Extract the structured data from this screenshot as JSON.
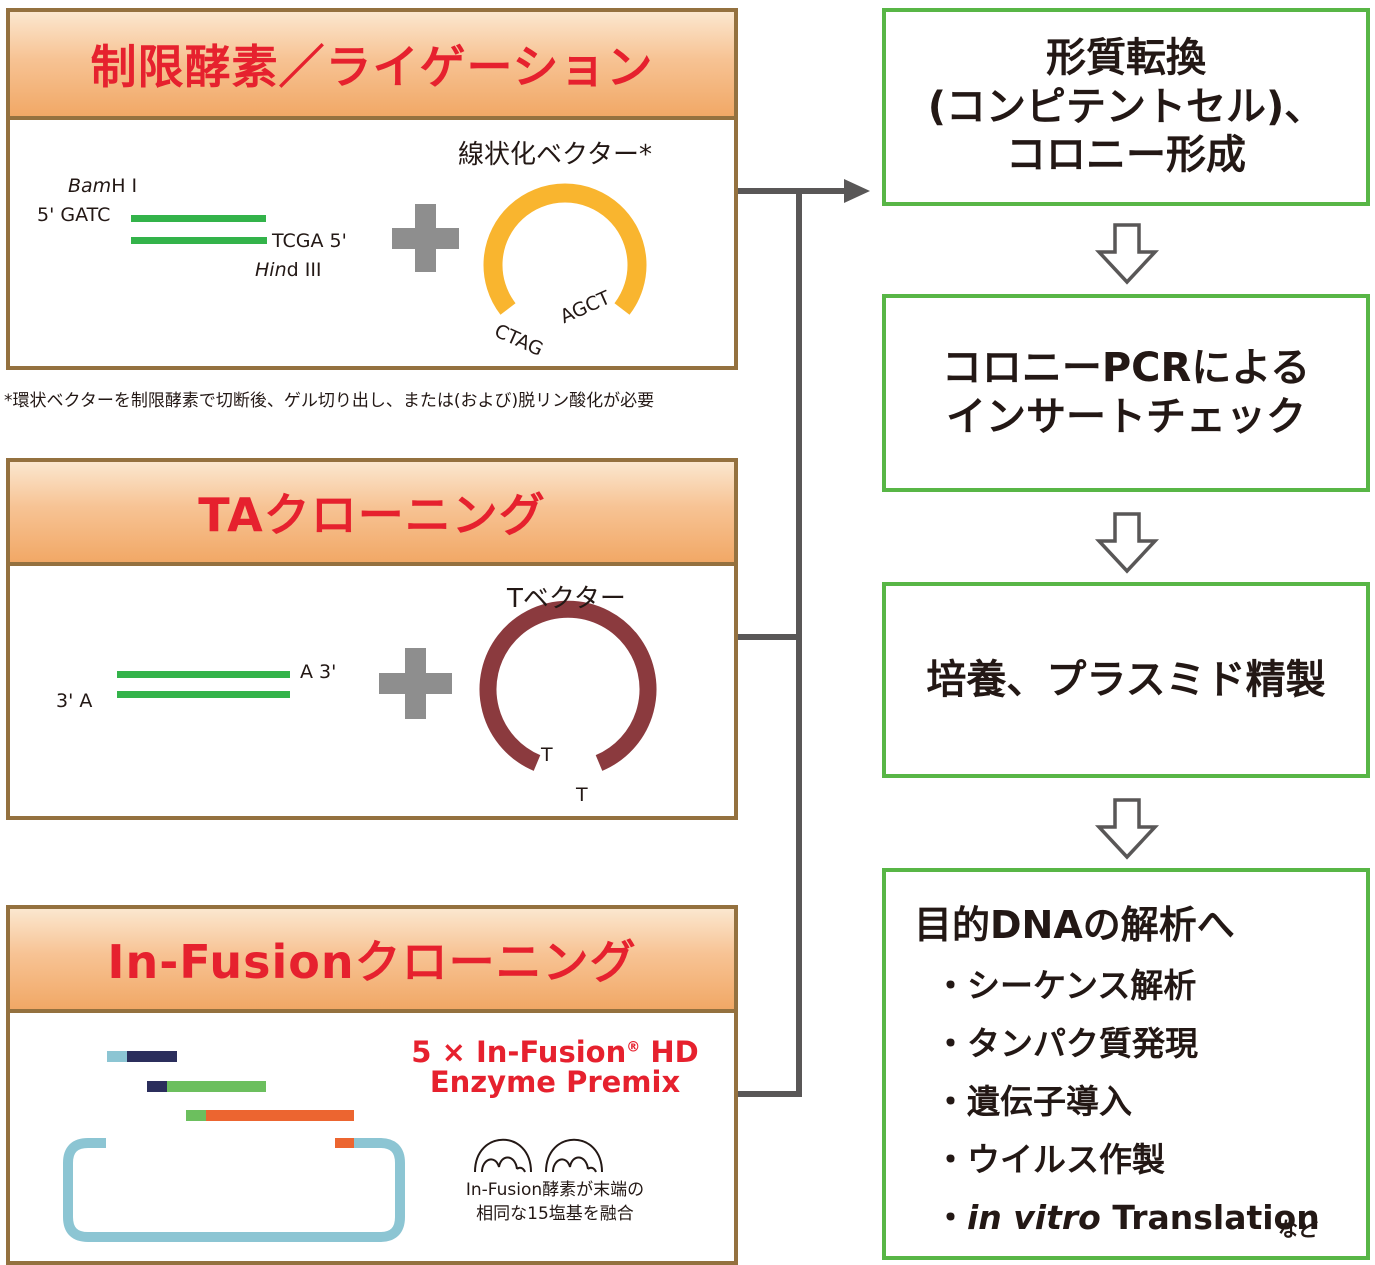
{
  "methods": {
    "restriction": {
      "title": "制限酵素／ライゲーション",
      "site1_enzyme": "BamH I",
      "site1_enzyme_italic": "Bam",
      "site1_enzyme_rest": "H I",
      "site1_end": "5' GATC",
      "site2_end": "TCGA 5'",
      "site2_enzyme_italic": "Hin",
      "site2_enzyme_rest": "d III",
      "vector_label": "線状化ベクター*",
      "vector_end1": "CTAG",
      "vector_end2": "AGCT",
      "note": "*環状ベクターを制限酵素で切断後、ゲル切り出し、または(および)脱リン酸化が必要"
    },
    "ta": {
      "title": "TAクローニング",
      "end_right": "A 3'",
      "end_left": "3' A",
      "vector_label": "Tベクター",
      "vector_t1": "T",
      "vector_t2": "T"
    },
    "infusion": {
      "title": "In-Fusionクローニング",
      "enzyme_line1": "5 × In-Fusion",
      "enzyme_reg": "®",
      "enzyme_line1b": " HD",
      "enzyme_line2": "Enzyme Premix",
      "enzyme_note_line1": "In-Fusion酵素が末端の",
      "enzyme_note_line2": "相同な15塩基を融合"
    }
  },
  "steps": [
    {
      "text": "形質転換\n(コンピテントセル)、\nコロニー形成"
    },
    {
      "text": "コロニーPCRによる\nインサートチェック"
    },
    {
      "text": "培養、プラスミド精製"
    }
  ],
  "final": {
    "title": "目的DNAの解析へ",
    "items": [
      {
        "label": "・シーケンス解析"
      },
      {
        "label": "・タンパク質発現"
      },
      {
        "label": "・遺伝子導入"
      },
      {
        "label": "・ウイルス作製"
      }
    ],
    "item5_italic": "in vitro",
    "item5_rest": " Translation",
    "item5_bullet": "・",
    "etc": "など"
  },
  "colors": {
    "method_border": "#94713f",
    "step_border": "#58b646",
    "title_red": "#e6212e",
    "dna_green": "#33b34a",
    "vector_yellow": "#f9b52f",
    "vector_maroon": "#8b3a3e",
    "connector_gray": "#595757",
    "infusion_teal": "#8cc5d3",
    "infusion_navy": "#2b2e5c",
    "infusion_green": "#6cbf5e",
    "infusion_orange": "#ec6530"
  }
}
